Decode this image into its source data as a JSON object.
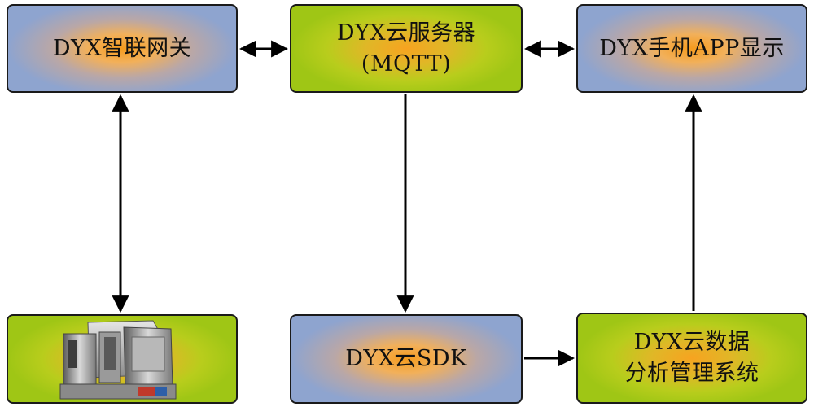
{
  "nodes": {
    "gateway": "DYX智联网关",
    "server_line1": "DYX云服务器",
    "server_line2": "(MQTT)",
    "app": "DYX手机APP显示",
    "sdk": "DYX云SDK",
    "analytics_line1": "DYX云数据",
    "analytics_line2": "分析管理系统"
  },
  "device": {
    "icon": "machine-tool-icon"
  },
  "colors": {
    "blue_box": "#8ea4cf",
    "green_box": "#9fc615",
    "center_glow": "#f59b1e",
    "arrow": "#000000"
  }
}
